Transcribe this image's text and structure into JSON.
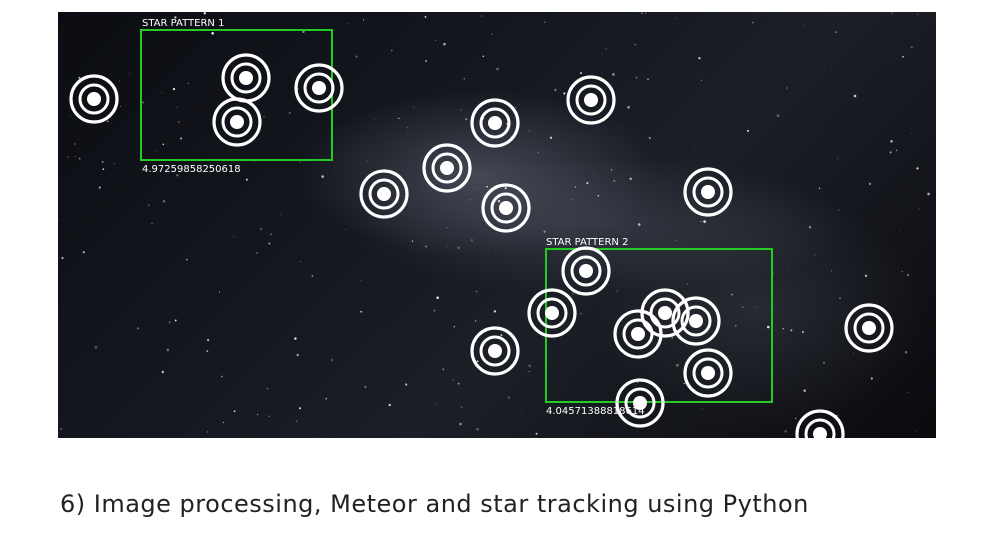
{
  "image": {
    "colors": {
      "box": "#22cc22",
      "marker": "#ffffff",
      "label": "#ffffff"
    },
    "patterns": [
      {
        "title": "STAR PATTERN 1",
        "score": "4.97259858250618"
      },
      {
        "title": "STAR PATTERN 2",
        "score": "4.04571388818614"
      }
    ]
  },
  "caption": {
    "text": "6) Image processing, Meteor and star tracking using Python"
  }
}
